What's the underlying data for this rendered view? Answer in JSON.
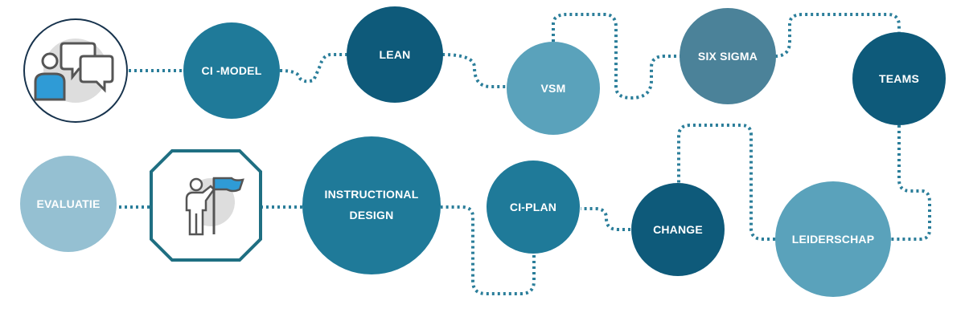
{
  "colors": {
    "dark": "#0e5a7a",
    "mid": "#1f7a99",
    "light": "#5aa2bb",
    "pale": "#95c0d2",
    "slate": "#4b8299",
    "path": "#2b7e9a",
    "icon_accent": "#2f9bd6",
    "icon_gray": "#555555",
    "icon_bg": "#dddddd",
    "frame": "#17334d",
    "octagon": "#1f6f82"
  },
  "nodes": {
    "ci_model": {
      "label": "CI -MODEL"
    },
    "lean": {
      "label": "LEAN"
    },
    "vsm": {
      "label": "VSM"
    },
    "six_sigma": {
      "label": "SIX SIGMA"
    },
    "teams": {
      "label": "TEAMS"
    },
    "evaluatie": {
      "label": "EVALUATIE"
    },
    "instructional_design": {
      "label_line1": "INSTRUCTIONAL",
      "label_line2": "DESIGN"
    },
    "ci_plan": {
      "label": "CI-PLAN"
    },
    "change": {
      "label": "CHANGE"
    },
    "leiderschap": {
      "label": "LEIDERSCHAP"
    }
  },
  "icons": {
    "start": "people-chat-icon",
    "flag": "person-flag-icon"
  }
}
